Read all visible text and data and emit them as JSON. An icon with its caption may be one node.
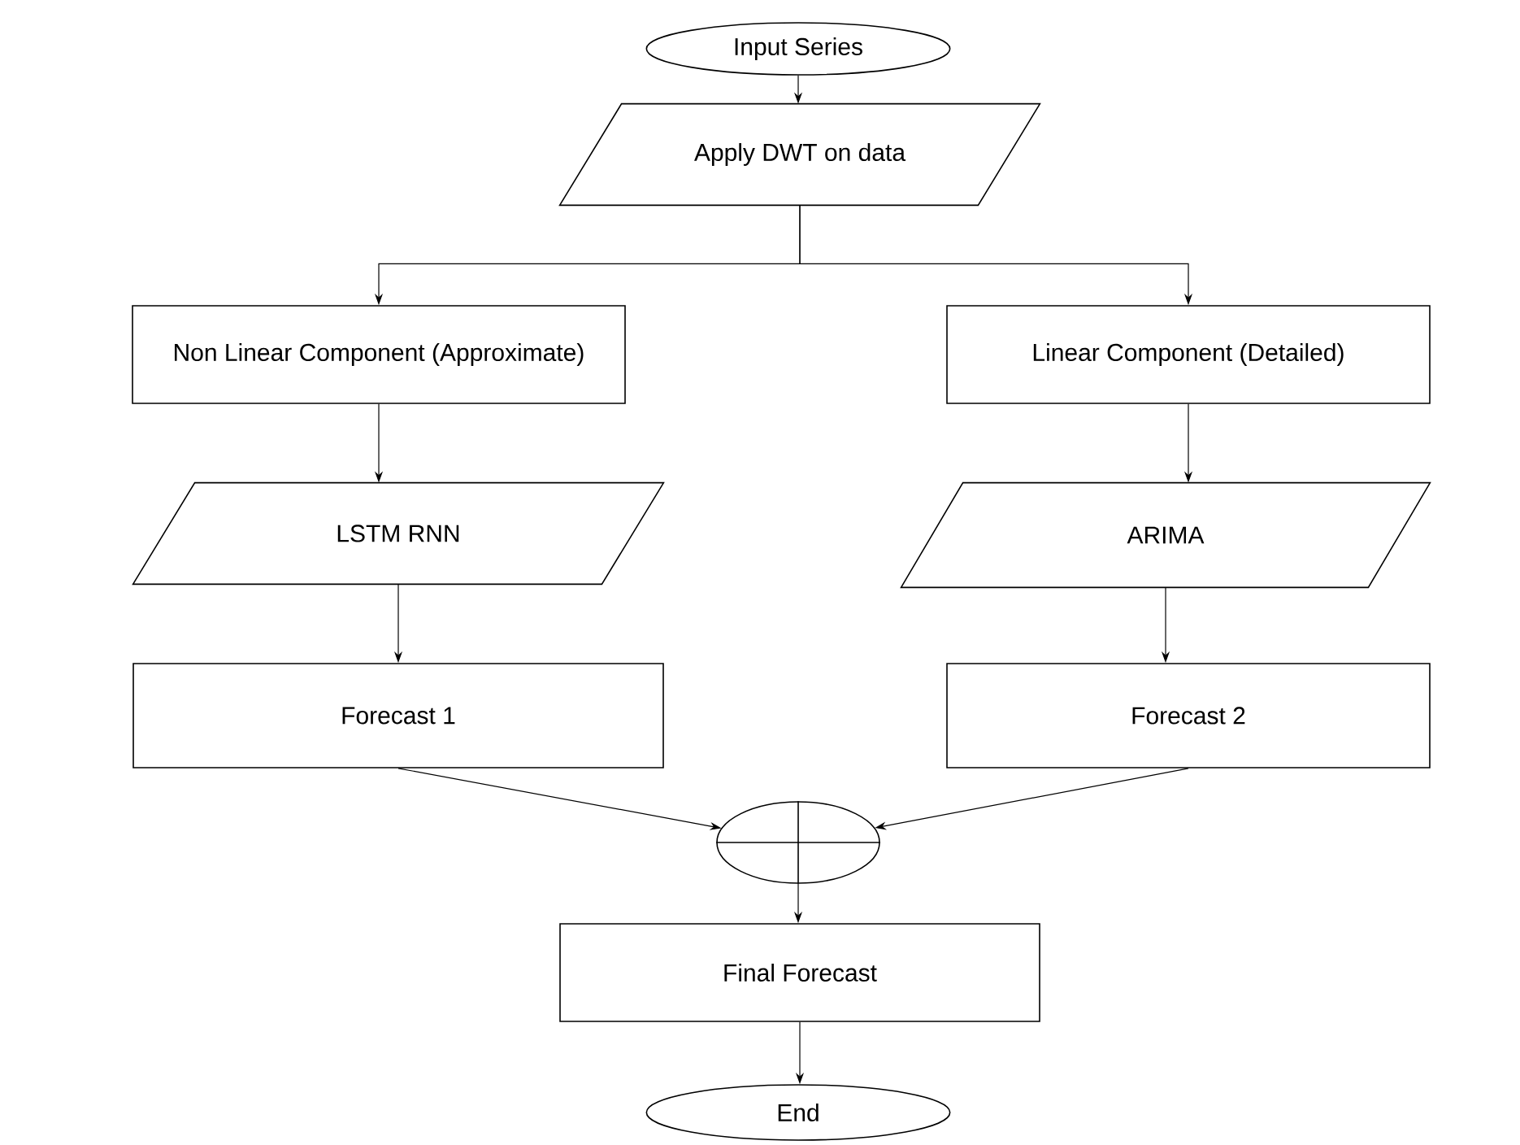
{
  "diagram": {
    "nodes": [
      {
        "text": [
          "Input Series"
        ]
      },
      {
        "text": [
          "Apply DWT on data"
        ]
      },
      {
        "text": [
          "Non Linear Component (Approximate)"
        ]
      },
      {
        "text": [
          "Linear Component (Detailed)"
        ]
      },
      {
        "text": [
          "LSTM RNN"
        ]
      },
      {
        "text": [
          "ARIMA"
        ]
      },
      {
        "text": [
          "Forecast 1"
        ]
      },
      {
        "text": [
          "Forecast 2"
        ]
      },
      {
        "text": [],
        "shape": "circle"
      },
      {
        "text": [
          "Final Forecast"
        ]
      },
      {
        "text": [
          "End"
        ]
      }
    ],
    "edges": [
      {
        "from": 0,
        "to": 1,
        "arrow": "to"
      },
      {
        "from": 1,
        "to": 2,
        "arrow": "to"
      },
      {
        "from": 1,
        "to": 3,
        "arrow": "to"
      },
      {
        "from": 2,
        "to": 4,
        "arrow": "to"
      },
      {
        "from": 3,
        "to": 5,
        "arrow": "to"
      },
      {
        "from": 4,
        "to": 6,
        "arrow": "to"
      },
      {
        "from": 5,
        "to": 7,
        "arrow": "to"
      },
      {
        "from": 6,
        "to": 8,
        "arrow": "to"
      },
      {
        "from": 7,
        "to": 8,
        "arrow": "to"
      },
      {
        "from": 8,
        "to": 9,
        "arrow": "to"
      },
      {
        "from": 9,
        "to": 10,
        "arrow": "to"
      }
    ]
  }
}
